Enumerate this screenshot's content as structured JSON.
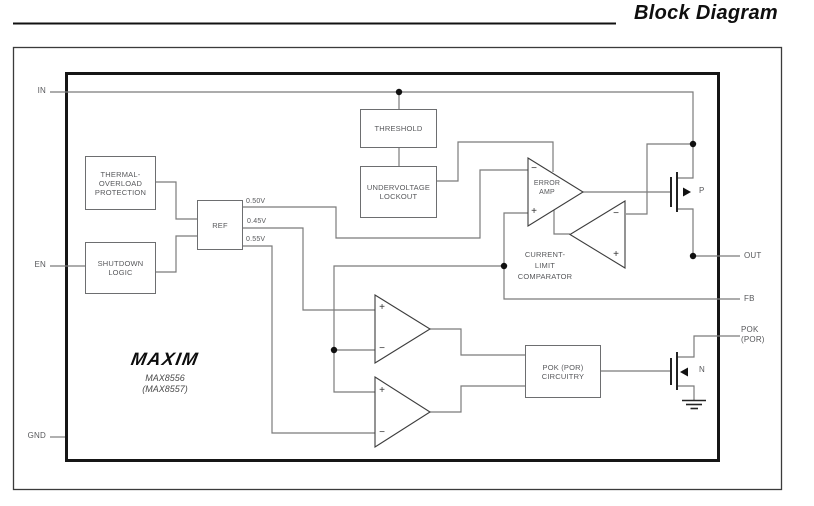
{
  "header": {
    "title": "Block Diagram"
  },
  "chip": {
    "logo": "MAXIM",
    "part": "MAX8556",
    "part_alt": "(MAX8557)"
  },
  "pins": {
    "in": "IN",
    "en": "EN",
    "gnd": "GND",
    "out": "OUT",
    "fb": "FB",
    "pok": "POK\n(POR)"
  },
  "blocks": {
    "threshold": "THRESHOLD",
    "uvlo": "UNDERVOLTAGE\nLOCKOUT",
    "thermal": "THERMAL-\nOVERLOAD\nPROTECTION",
    "shutdown": "SHUTDOWN\nLOGIC",
    "ref": "REF",
    "pok_circuitry": "POK (POR)\nCIRCUITRY"
  },
  "amps": {
    "error": {
      "label": "ERROR\nAMP",
      "plus": "+",
      "minus": "−"
    },
    "current_limit": {
      "label": "CURRENT-\nLIMIT\nCOMPARATOR",
      "plus": "+",
      "minus": "−"
    },
    "pok_upper": {
      "plus": "+",
      "minus": "−"
    },
    "pok_lower": {
      "plus": "+",
      "minus": "−"
    }
  },
  "ref_voltages": {
    "v050": "0.50V",
    "v045": "0.45V",
    "v055": "0.55V"
  },
  "mosfets": {
    "p": "P",
    "n": "N"
  },
  "colors": {
    "wire": "#7b7b7b",
    "box_border": "#6d6e70",
    "outer_box": "#161616",
    "page_border": "#3b3b3b",
    "text": "#57585b",
    "title_text": "#0f0f0f"
  }
}
